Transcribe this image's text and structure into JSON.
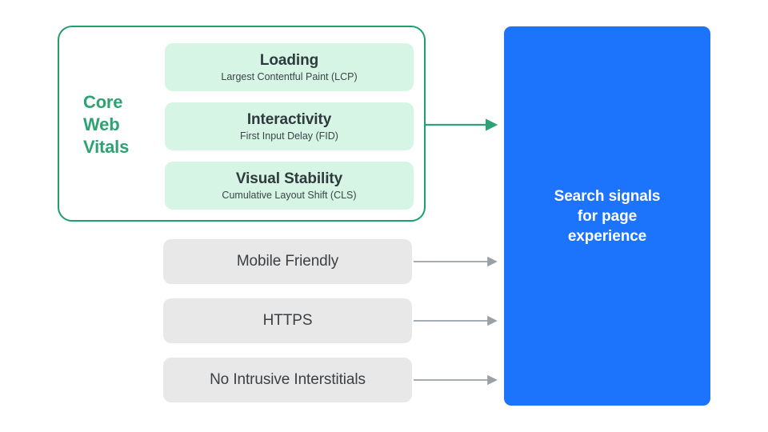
{
  "colors": {
    "green_accent": "#2FA273",
    "green_border": "#1E9E6A",
    "mint_fill": "#D6F5E4",
    "grey_fill": "#E8E8E9",
    "blue_panel": "#1B74FB",
    "grey_arrow": "#9AA0A6",
    "text_dark": "#3C4043",
    "background": "#FFFFFF"
  },
  "core_web_vitals": {
    "group_label_lines": [
      "Core",
      "Web",
      "Vitals"
    ],
    "group_label_text": "Core Web Vitals",
    "vitals": [
      {
        "title": "Loading",
        "subtitle": "Largest Contentful Paint (LCP)"
      },
      {
        "title": "Interactivity",
        "subtitle": "First Input Delay (FID)"
      },
      {
        "title": "Visual Stability",
        "subtitle": "Cumulative Layout Shift (CLS)"
      }
    ]
  },
  "other_signals": [
    {
      "label": "Mobile Friendly"
    },
    {
      "label": "HTTPS"
    },
    {
      "label": "No Intrusive Interstitials"
    }
  ],
  "destination": {
    "label": "Search signals\nfor page\nexperience"
  },
  "connectors": [
    {
      "name": "core-web-vitals-connector",
      "color": "#2FA273",
      "from": "core-web-vitals-group",
      "to": "destination-panel"
    },
    {
      "name": "mobile-friendly-connector",
      "color": "#9AA0A6",
      "from": "mobile-friendly-card",
      "to": "destination-panel"
    },
    {
      "name": "https-connector",
      "color": "#9AA0A6",
      "from": "https-card",
      "to": "destination-panel"
    },
    {
      "name": "no-intrusive-interstitials-connector",
      "color": "#9AA0A6",
      "from": "no-intrusive-interstitials-card",
      "to": "destination-panel"
    }
  ]
}
